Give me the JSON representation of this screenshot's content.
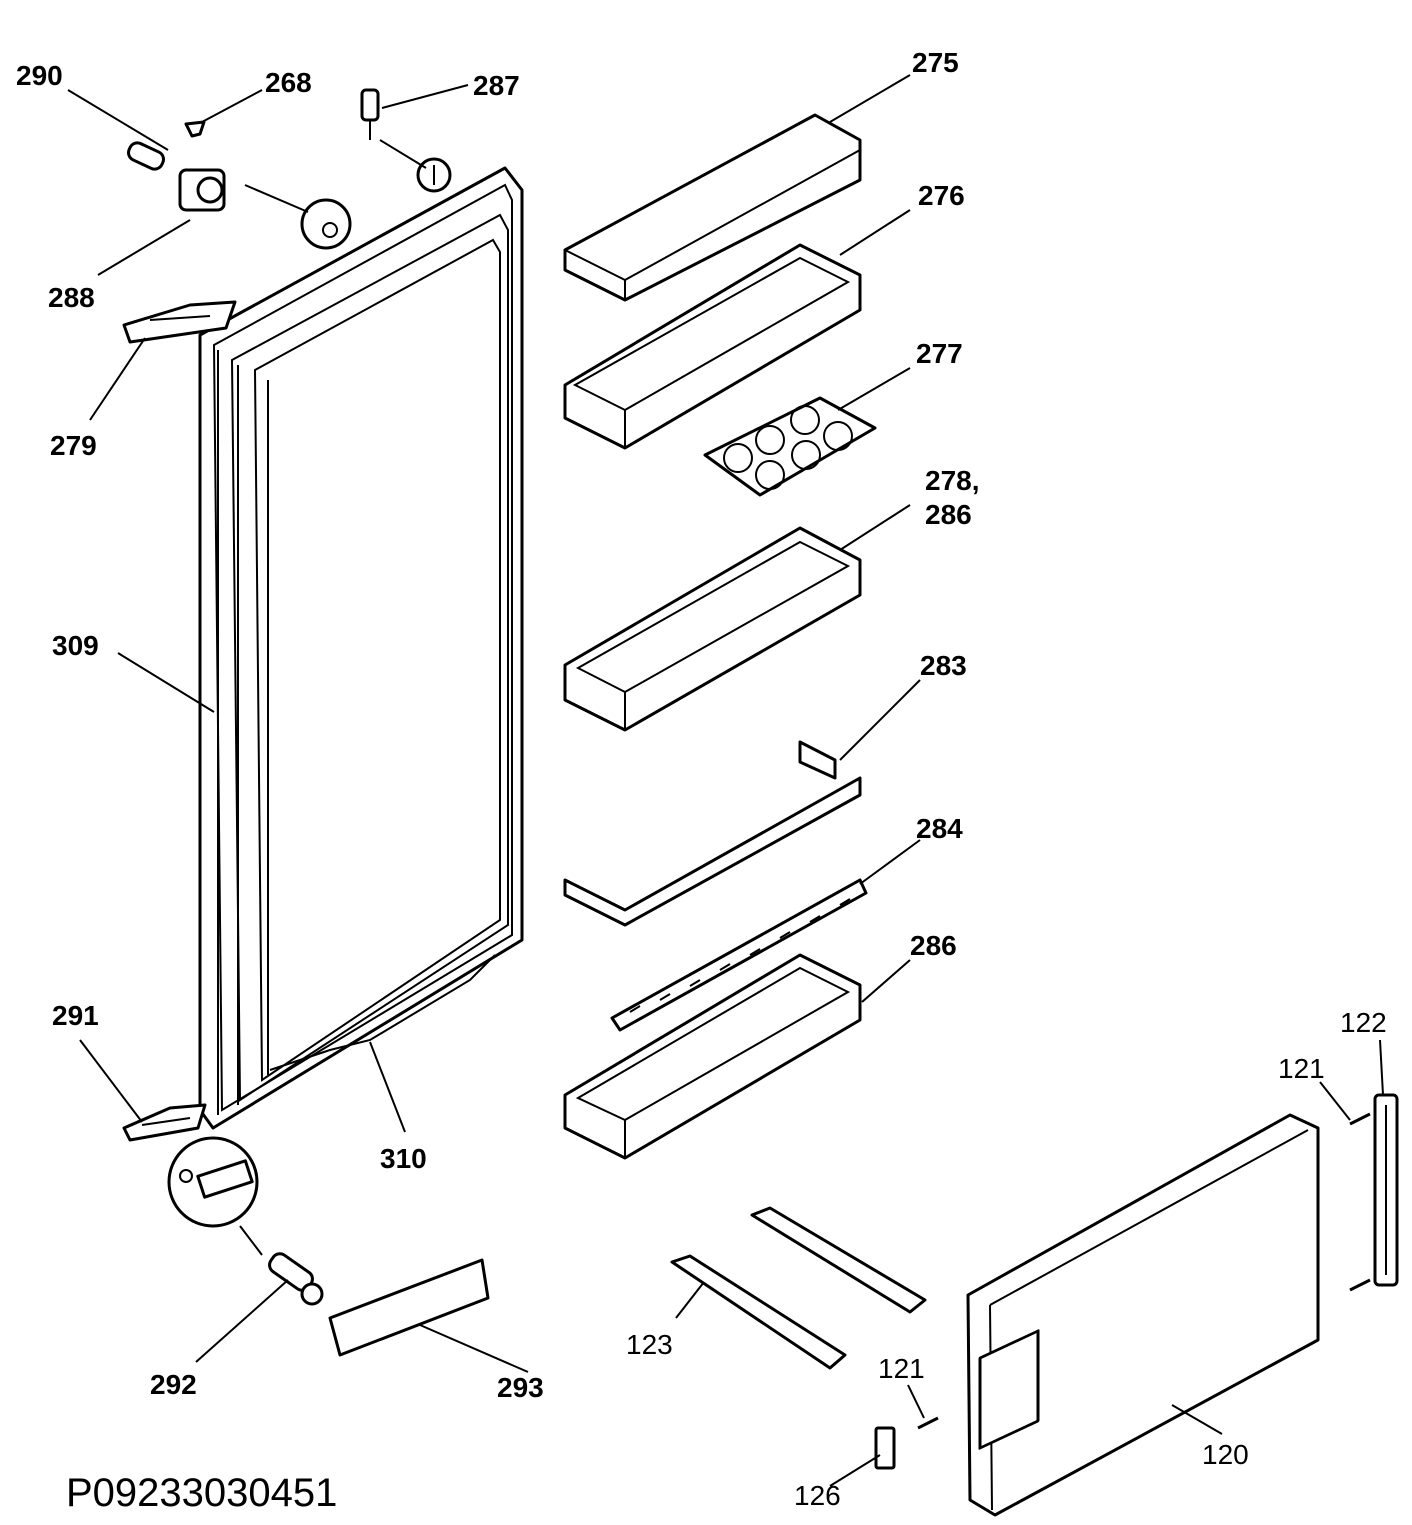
{
  "diagram": {
    "code": "P09233030451",
    "callouts": [
      {
        "id": "290",
        "text": "290"
      },
      {
        "id": "268",
        "text": "268"
      },
      {
        "id": "287",
        "text": "287"
      },
      {
        "id": "275",
        "text": "275"
      },
      {
        "id": "276",
        "text": "276"
      },
      {
        "id": "277",
        "text": "277"
      },
      {
        "id": "278a",
        "text": "278,"
      },
      {
        "id": "278b",
        "text": "286"
      },
      {
        "id": "288",
        "text": "288"
      },
      {
        "id": "279",
        "text": "279"
      },
      {
        "id": "309",
        "text": "309"
      },
      {
        "id": "283",
        "text": "283"
      },
      {
        "id": "284",
        "text": "284"
      },
      {
        "id": "286",
        "text": "286"
      },
      {
        "id": "291",
        "text": "291"
      },
      {
        "id": "310",
        "text": "310"
      },
      {
        "id": "122",
        "text": "122"
      },
      {
        "id": "121a",
        "text": "121"
      },
      {
        "id": "123",
        "text": "123"
      },
      {
        "id": "121b",
        "text": "121"
      },
      {
        "id": "120",
        "text": "120"
      },
      {
        "id": "292",
        "text": "292"
      },
      {
        "id": "293",
        "text": "293"
      },
      {
        "id": "126",
        "text": "126"
      }
    ]
  }
}
